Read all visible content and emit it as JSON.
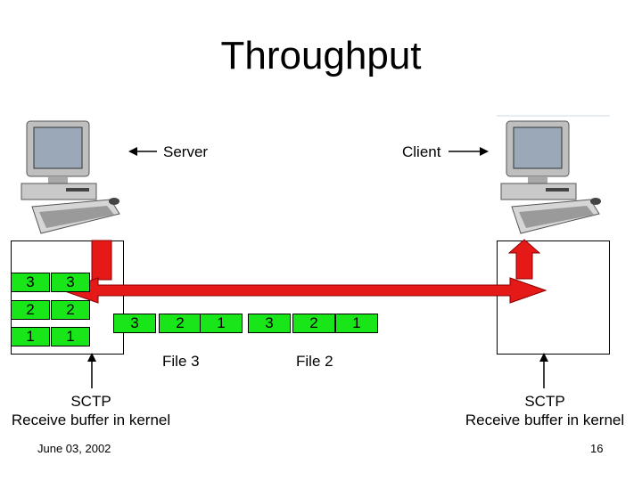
{
  "slide": {
    "title": "Throughput",
    "date": "June 03, 2002",
    "page_number": "16"
  },
  "labels": {
    "server": "Server",
    "client": "Client",
    "file3": "File 3",
    "file2": "File 2"
  },
  "left_caption": {
    "line1": "SCTP",
    "line2": "Receive buffer in kernel"
  },
  "right_caption": {
    "line1": "SCTP",
    "line2": "Receive buffer in kernel"
  },
  "server_buffer": {
    "col1": [
      "3",
      "2",
      "1"
    ],
    "col2": [
      "3",
      "2",
      "1"
    ]
  },
  "in_flight": {
    "file3_chunks": [
      "3",
      "2",
      "1"
    ],
    "file2_chunks": [
      "3",
      "2",
      "1"
    ]
  },
  "colors": {
    "chunk": "#19e619",
    "arrow": "#e61919"
  },
  "icons": {
    "server": "desktop-computer-icon",
    "client": "desktop-computer-icon"
  }
}
